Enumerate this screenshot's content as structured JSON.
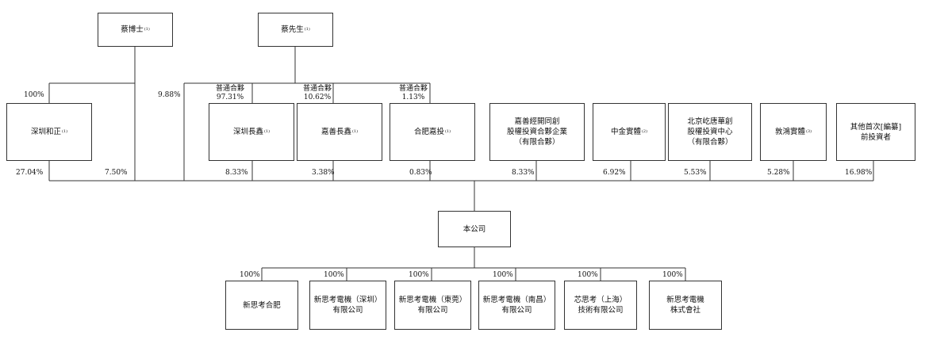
{
  "shareholders_top": {
    "dr_cai": {
      "name": "蔡博士",
      "note": "(1)"
    },
    "mr_cai": {
      "name": "蔡先生",
      "note": "(1)"
    }
  },
  "partnership_labels": [
    {
      "type": "普通合夥",
      "pct": "97.31%"
    },
    {
      "type": "普通合夥",
      "pct": "10.62%"
    },
    {
      "type": "普通合夥",
      "pct": "1.13%"
    }
  ],
  "upper_ownership": {
    "dr_cai_to_hezheng": "100%",
    "mr_cai_direct": "9.88%"
  },
  "shareholders": [
    {
      "name": "深圳和正",
      "note": "(1)",
      "pct": "27.04%"
    },
    {
      "name": "深圳長鑫",
      "note": "(1)",
      "pct": "8.33%"
    },
    {
      "name": "嘉善長鑫",
      "note": "(1)",
      "pct": "3.38%"
    },
    {
      "name": "合肥嘉投",
      "note": "(1)",
      "pct": "0.83%"
    },
    {
      "name": "嘉善經開同創\n股權投資合夥企業\n（有限合夥）",
      "note": "",
      "pct": "8.33%"
    },
    {
      "name": "中金實體",
      "note": "(2)",
      "pct": "6.92%"
    },
    {
      "name": "北京屹唐華創\n股權投資中心\n（有限合夥）",
      "note": "",
      "pct": "5.53%"
    },
    {
      "name": "敦鴻實體",
      "note": "(3)",
      "pct": "5.28%"
    },
    {
      "name": "其他首次[編纂]\n前投資者",
      "note": "",
      "pct": "16.98%"
    }
  ],
  "dr_cai_direct_pct": "7.50%",
  "company": {
    "name": "本公司"
  },
  "subsidiaries": [
    {
      "name": "新思考合肥",
      "pct": "100%"
    },
    {
      "name": "新思考電機（深圳）\n有限公司",
      "pct": "100%"
    },
    {
      "name": "新思考電機（東莞）\n有限公司",
      "pct": "100%"
    },
    {
      "name": "新思考電機（南昌）\n有限公司",
      "pct": "100%"
    },
    {
      "name": "芯思考（上海）\n技術有限公司",
      "pct": "100%"
    },
    {
      "name": "新思考電機\n株式會社",
      "pct": "100%"
    }
  ]
}
